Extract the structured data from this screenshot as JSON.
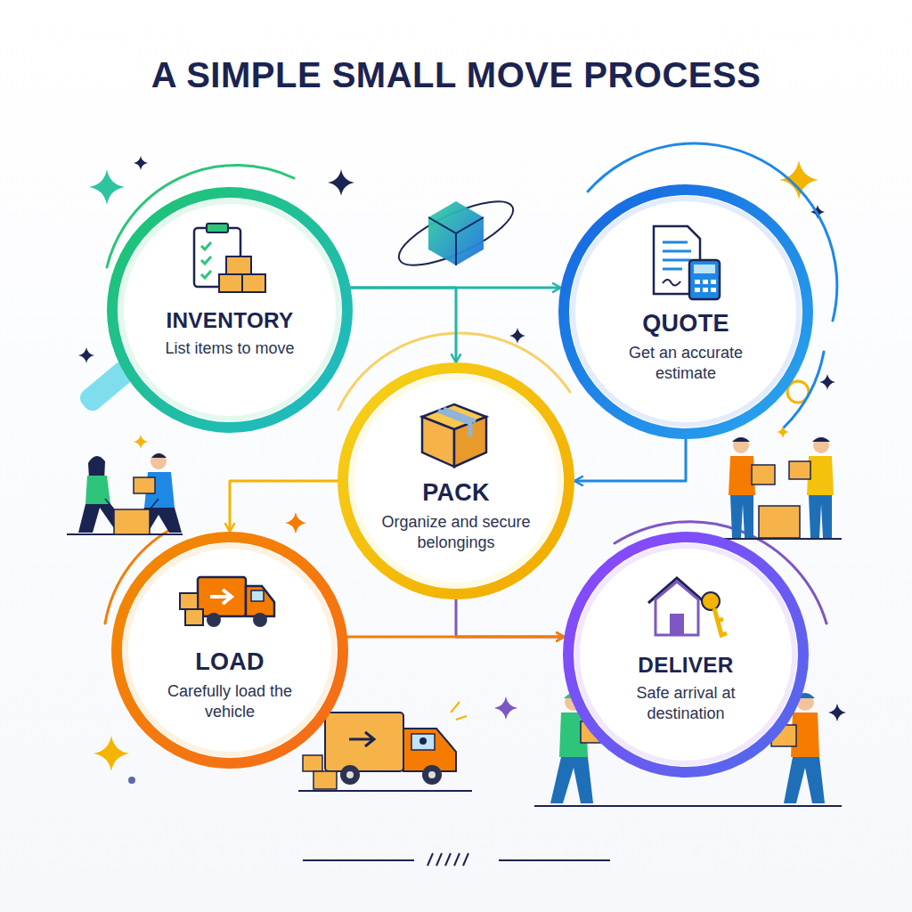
{
  "diagram": {
    "title": "A SIMPLE SMALL MOVE PROCESS",
    "nodes": [
      {
        "text": [
          "INVENTORY",
          "List items to move"
        ]
      },
      {
        "text": [
          "QUOTE",
          "Get an accurate estimate"
        ]
      },
      {
        "text": [
          "PACK",
          "Organize and secure belongings"
        ]
      },
      {
        "text": [
          "LOAD",
          "Carefully load the vehicle"
        ]
      },
      {
        "text": [
          "DELIVER",
          "Safe arrival at destination"
        ]
      }
    ],
    "edges": [
      {
        "from": 0,
        "to": 1,
        "arrow": "to"
      },
      {
        "from": 0,
        "to": 2,
        "arrow": "to"
      },
      {
        "from": 1,
        "to": 2,
        "arrow": "to"
      },
      {
        "from": 2,
        "to": 3,
        "arrow": "to"
      },
      {
        "from": 2,
        "to": 4,
        "arrow": "to"
      },
      {
        "from": 3,
        "to": 4,
        "arrow": "to"
      }
    ]
  }
}
